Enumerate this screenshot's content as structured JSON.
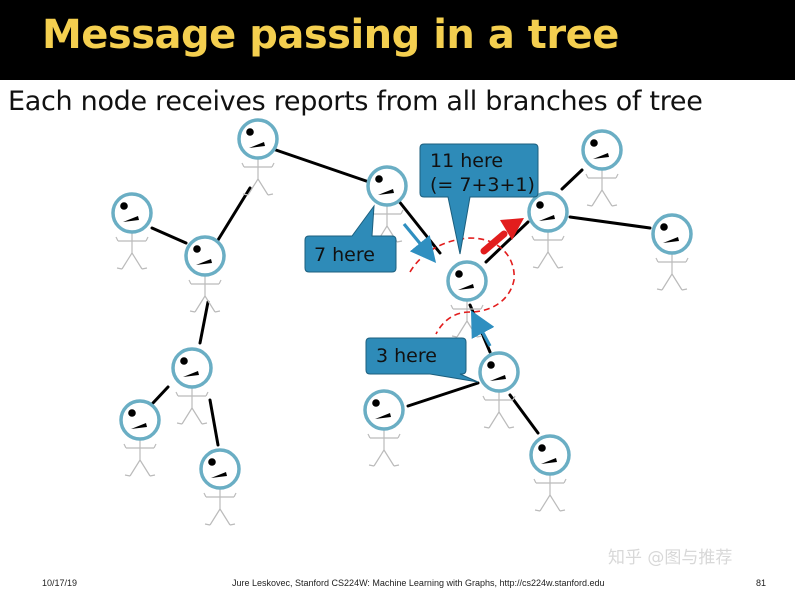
{
  "slide": {
    "title": "Message passing in a tree",
    "subtitle": "Each node receives reports from all branches of tree"
  },
  "callouts": {
    "eleven_line1": "11 here",
    "eleven_line2": "(= 7+3+1)",
    "seven": "7 here",
    "three": "3 here"
  },
  "footer": {
    "date": "10/17/19",
    "credit": "Jure Leskovec, Stanford CS224W: Machine Learning with Graphs, http://cs224w.stanford.edu",
    "page": "81"
  },
  "watermark": "知乎 @图与推荐",
  "colors": {
    "title_bg": "#000000",
    "title_text": "#f4cf4f",
    "callout_fill": "#2e8bb8",
    "node_ring": "#6aaec4",
    "message_arrow": "#e21d1d",
    "dashed_boundary": "#e21d1d"
  }
}
